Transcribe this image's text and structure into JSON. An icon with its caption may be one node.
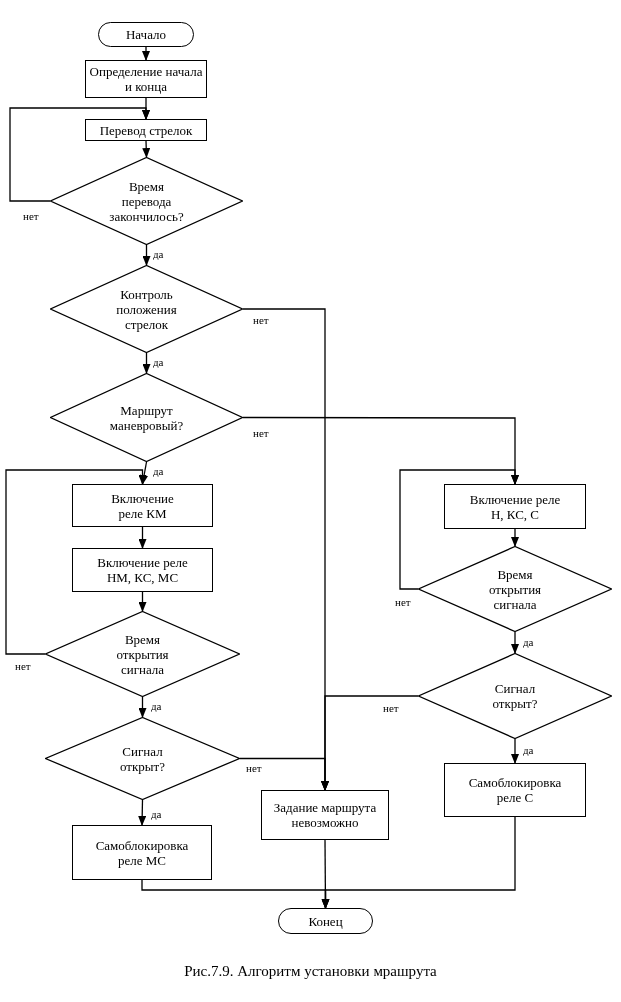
{
  "diagram": {
    "caption": "Рис.7.9. Алгоритм установки мрашрута",
    "nodes": [
      {
        "text": [
          "Начало"
        ]
      },
      {
        "text": [
          "Определение начала и конца"
        ]
      },
      {
        "text": [
          "Перевод стрелок"
        ]
      },
      {
        "text": [
          "Время перевода закончилось?"
        ]
      },
      {
        "text": [
          "Контроль положения стрелок"
        ]
      },
      {
        "text": [
          "Маршрут маневровый?"
        ]
      },
      {
        "text": [
          "Включение реле КМ"
        ]
      },
      {
        "text": [
          "Включение реле НМ, КС, МС"
        ]
      },
      {
        "text": [
          "Время открытия сигнала"
        ]
      },
      {
        "text": [
          "Сигнал открыт?"
        ]
      },
      {
        "text": [
          "Самоблокировка реле МС"
        ]
      },
      {
        "text": [
          "Задание маршрута невозможно"
        ]
      },
      {
        "text": [
          "Конец"
        ]
      },
      {
        "text": [
          "Включение реле Н, КС, С"
        ]
      },
      {
        "text": [
          "Время открытия сигнала"
        ]
      },
      {
        "text": [
          "Сигнал открыт?"
        ]
      },
      {
        "text": [
          "Самоблокировка реле С"
        ]
      }
    ],
    "edges": [
      {
        "from": 0,
        "to": 1,
        "arrow": "to"
      },
      {
        "from": 1,
        "to": 2,
        "arrow": "to"
      },
      {
        "from": 2,
        "to": 3,
        "arrow": "to"
      },
      {
        "from": 3,
        "to": 2,
        "arrow": "to",
        "label": "нет"
      },
      {
        "from": 3,
        "to": 4,
        "arrow": "to",
        "label": "да"
      },
      {
        "from": 4,
        "to": 11,
        "arrow": "to",
        "label": "нет"
      },
      {
        "from": 4,
        "to": 5,
        "arrow": "to",
        "label": "да"
      },
      {
        "from": 5,
        "to": 6,
        "arrow": "to",
        "label": "да"
      },
      {
        "from": 5,
        "to": 13,
        "arrow": "to",
        "label": "нет"
      },
      {
        "from": 6,
        "to": 7,
        "arrow": "to"
      },
      {
        "from": 7,
        "to": 8,
        "arrow": "to"
      },
      {
        "from": 8,
        "to": 6,
        "arrow": "to",
        "label": "нет"
      },
      {
        "from": 8,
        "to": 9,
        "arrow": "to",
        "label": "да"
      },
      {
        "from": 9,
        "to": 11,
        "arrow": "to",
        "label": "нет"
      },
      {
        "from": 9,
        "to": 10,
        "arrow": "to",
        "label": "да"
      },
      {
        "from": 10,
        "to": 12,
        "arrow": "to"
      },
      {
        "from": 11,
        "to": 12,
        "arrow": "to"
      },
      {
        "from": 13,
        "to": 14,
        "arrow": "to"
      },
      {
        "from": 14,
        "to": 13,
        "arrow": "to",
        "label": "нет"
      },
      {
        "from": 14,
        "to": 15,
        "arrow": "to",
        "label": "да"
      },
      {
        "from": 15,
        "to": 11,
        "arrow": "to",
        "label": "нет"
      },
      {
        "from": 15,
        "to": 16,
        "arrow": "to",
        "label": "да"
      },
      {
        "from": 16,
        "to": 12,
        "arrow": "to"
      }
    ]
  }
}
